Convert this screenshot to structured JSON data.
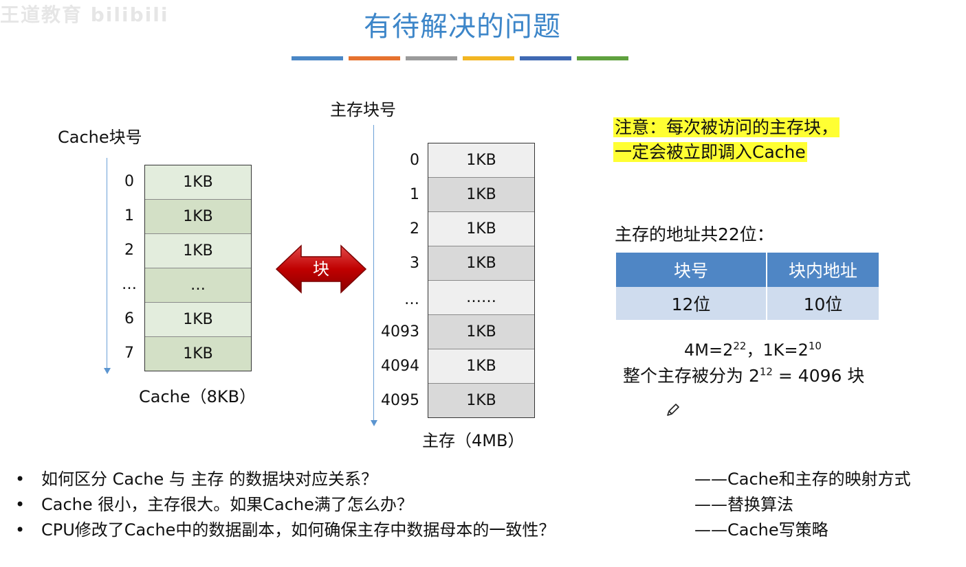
{
  "watermark": "王道教育 bilibili",
  "title": "有待解决的问题",
  "title_bar_colors": [
    "#4a87c6",
    "#e6722f",
    "#9b9b9b",
    "#f2b623",
    "#3f69b3",
    "#5fa13e"
  ],
  "cache": {
    "axis_label": "Cache块号",
    "indices": [
      "0",
      "1",
      "2",
      "…",
      "6",
      "7"
    ],
    "cells": [
      "1KB",
      "1KB",
      "1KB",
      "…",
      "1KB",
      "1KB"
    ],
    "cell_colors": [
      "#e3eddd",
      "#d3e0c6",
      "#e3eddd",
      "#d3e0c6",
      "#e3eddd",
      "#d3e0c6"
    ],
    "caption": "Cache（8KB）"
  },
  "block_arrow": {
    "label": "块",
    "color": "#c00000"
  },
  "memory": {
    "axis_label": "主存块号",
    "indices": [
      "0",
      "1",
      "2",
      "3",
      "…",
      "4093",
      "4094",
      "4095"
    ],
    "cells": [
      "1KB",
      "1KB",
      "1KB",
      "1KB",
      "……",
      "1KB",
      "1KB",
      "1KB"
    ],
    "cell_colors": [
      "#efefef",
      "#d9d9d9",
      "#efefef",
      "#d9d9d9",
      "#efefef",
      "#d9d9d9",
      "#efefef",
      "#d9d9d9"
    ],
    "caption": "主存（4MB）"
  },
  "note": {
    "line1": "注意：每次被访问的主存块，",
    "line2": "一定会被立即调入Cache"
  },
  "address": {
    "heading": "主存的地址共22位：",
    "headers": [
      "块号",
      "块内地址"
    ],
    "values": [
      "12位",
      "10位"
    ]
  },
  "formula": {
    "line1_a": "4M=2",
    "line1_a_exp": "22",
    "line1_b": "，1K=2",
    "line1_b_exp": "10",
    "line2_a": "整个主存被分为 2",
    "line2_exp": "12",
    "line2_b": " = 4096 块"
  },
  "bullets": [
    {
      "bullet": "•",
      "question": "如何区分 Cache 与 主存 的数据块对应关系？",
      "answer": "——Cache和主存的映射方式"
    },
    {
      "bullet": "•",
      "question": "Cache 很小，主存很大。如果Cache满了怎么办？",
      "answer": "——替换算法"
    },
    {
      "bullet": "•",
      "question": "CPU修改了Cache中的数据副本，如何确保主存中数据母本的一致性？",
      "answer": "——Cache写策略"
    }
  ],
  "pen_icon": "pencil-icon"
}
